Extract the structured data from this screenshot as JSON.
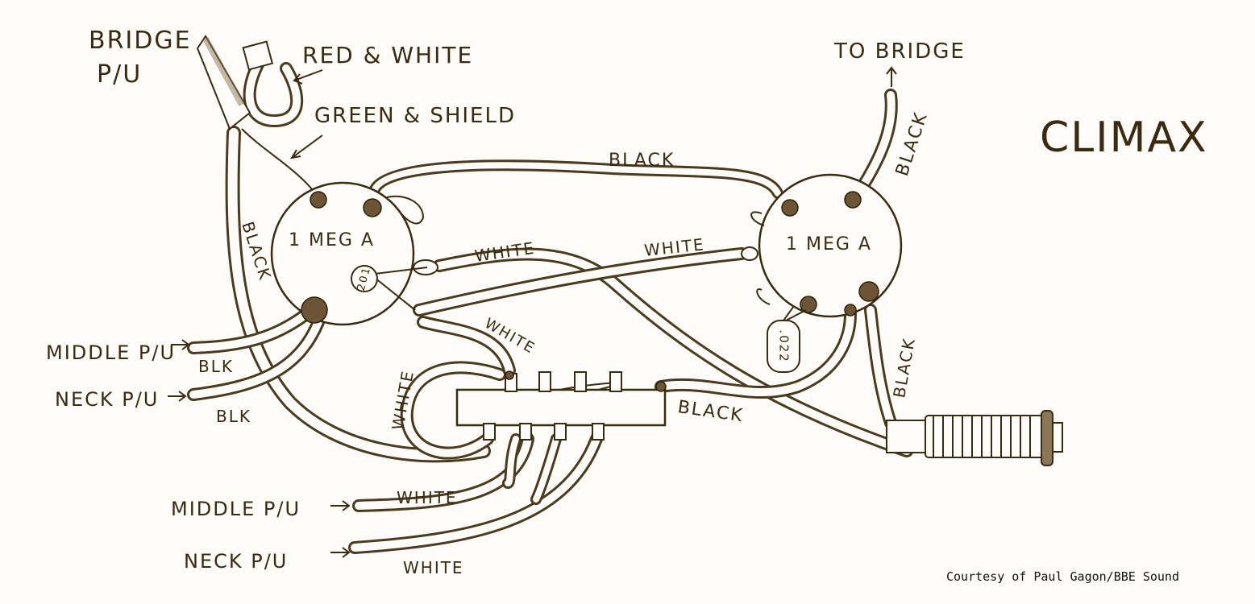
{
  "title": "CLIMAX",
  "labels": {
    "bridge_pu_line1": "BRIDGE",
    "bridge_pu_line2": "P/U",
    "red_white": "RED & WHITE",
    "green_shield": "GREEN & SHIELD",
    "to_bridge": "TO BRIDGE",
    "black_top": "BLACK",
    "black_to_bridge": "BLACK",
    "black_left": "BLACK",
    "black_jack": "BLACK",
    "black_switch": "BLACK",
    "pot_left": "1 MEG A",
    "pot_right": "1 MEG A",
    "cap_left": "201",
    "cap_right": ".022",
    "white_1": "WHITE",
    "white_2": "WHITE",
    "white_3": "WHITE",
    "white_4": "WHITE",
    "middle_pu_top": "MIDDLE P/U",
    "neck_pu_top": "NECK P/U",
    "blk_1": "BLK",
    "blk_2": "BLK",
    "middle_pu_bottom": "MIDDLE P/U",
    "neck_pu_bottom": "NECK P/U",
    "white_bottom_1": "WHITE",
    "white_bottom_2": "WHITE"
  },
  "credit": "Courtesy of Paul Gagon/BBE Sound",
  "colors": {
    "ink": "#3a2a12",
    "paper": "#fdfcf8"
  }
}
